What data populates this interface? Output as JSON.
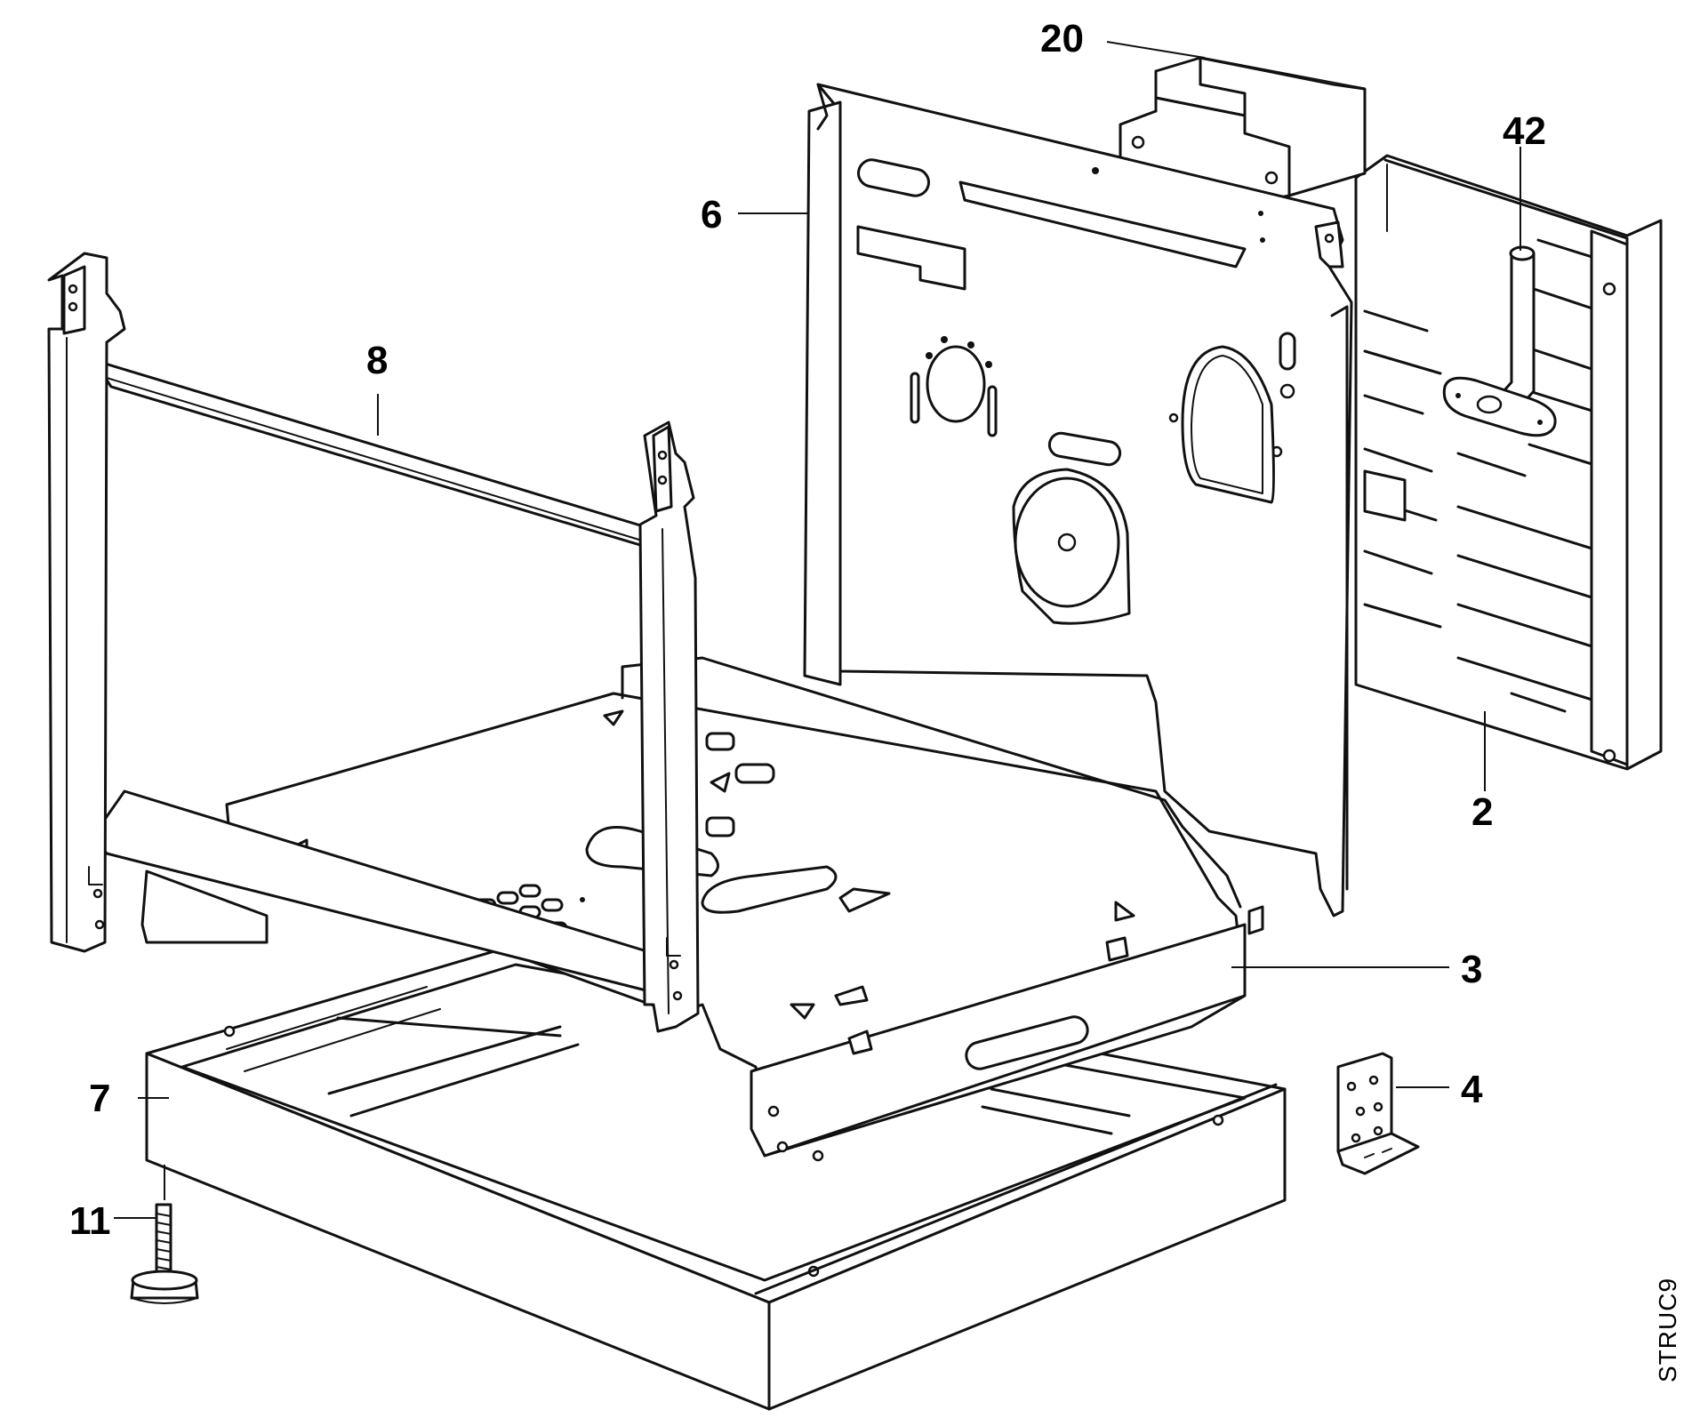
{
  "callouts": {
    "c20": "20",
    "c42": "42",
    "c6": "6",
    "c8": "8",
    "c2": "2",
    "c3": "3",
    "c7": "7",
    "c4": "4",
    "c11": "11"
  },
  "drawing_code": "STRUC9"
}
